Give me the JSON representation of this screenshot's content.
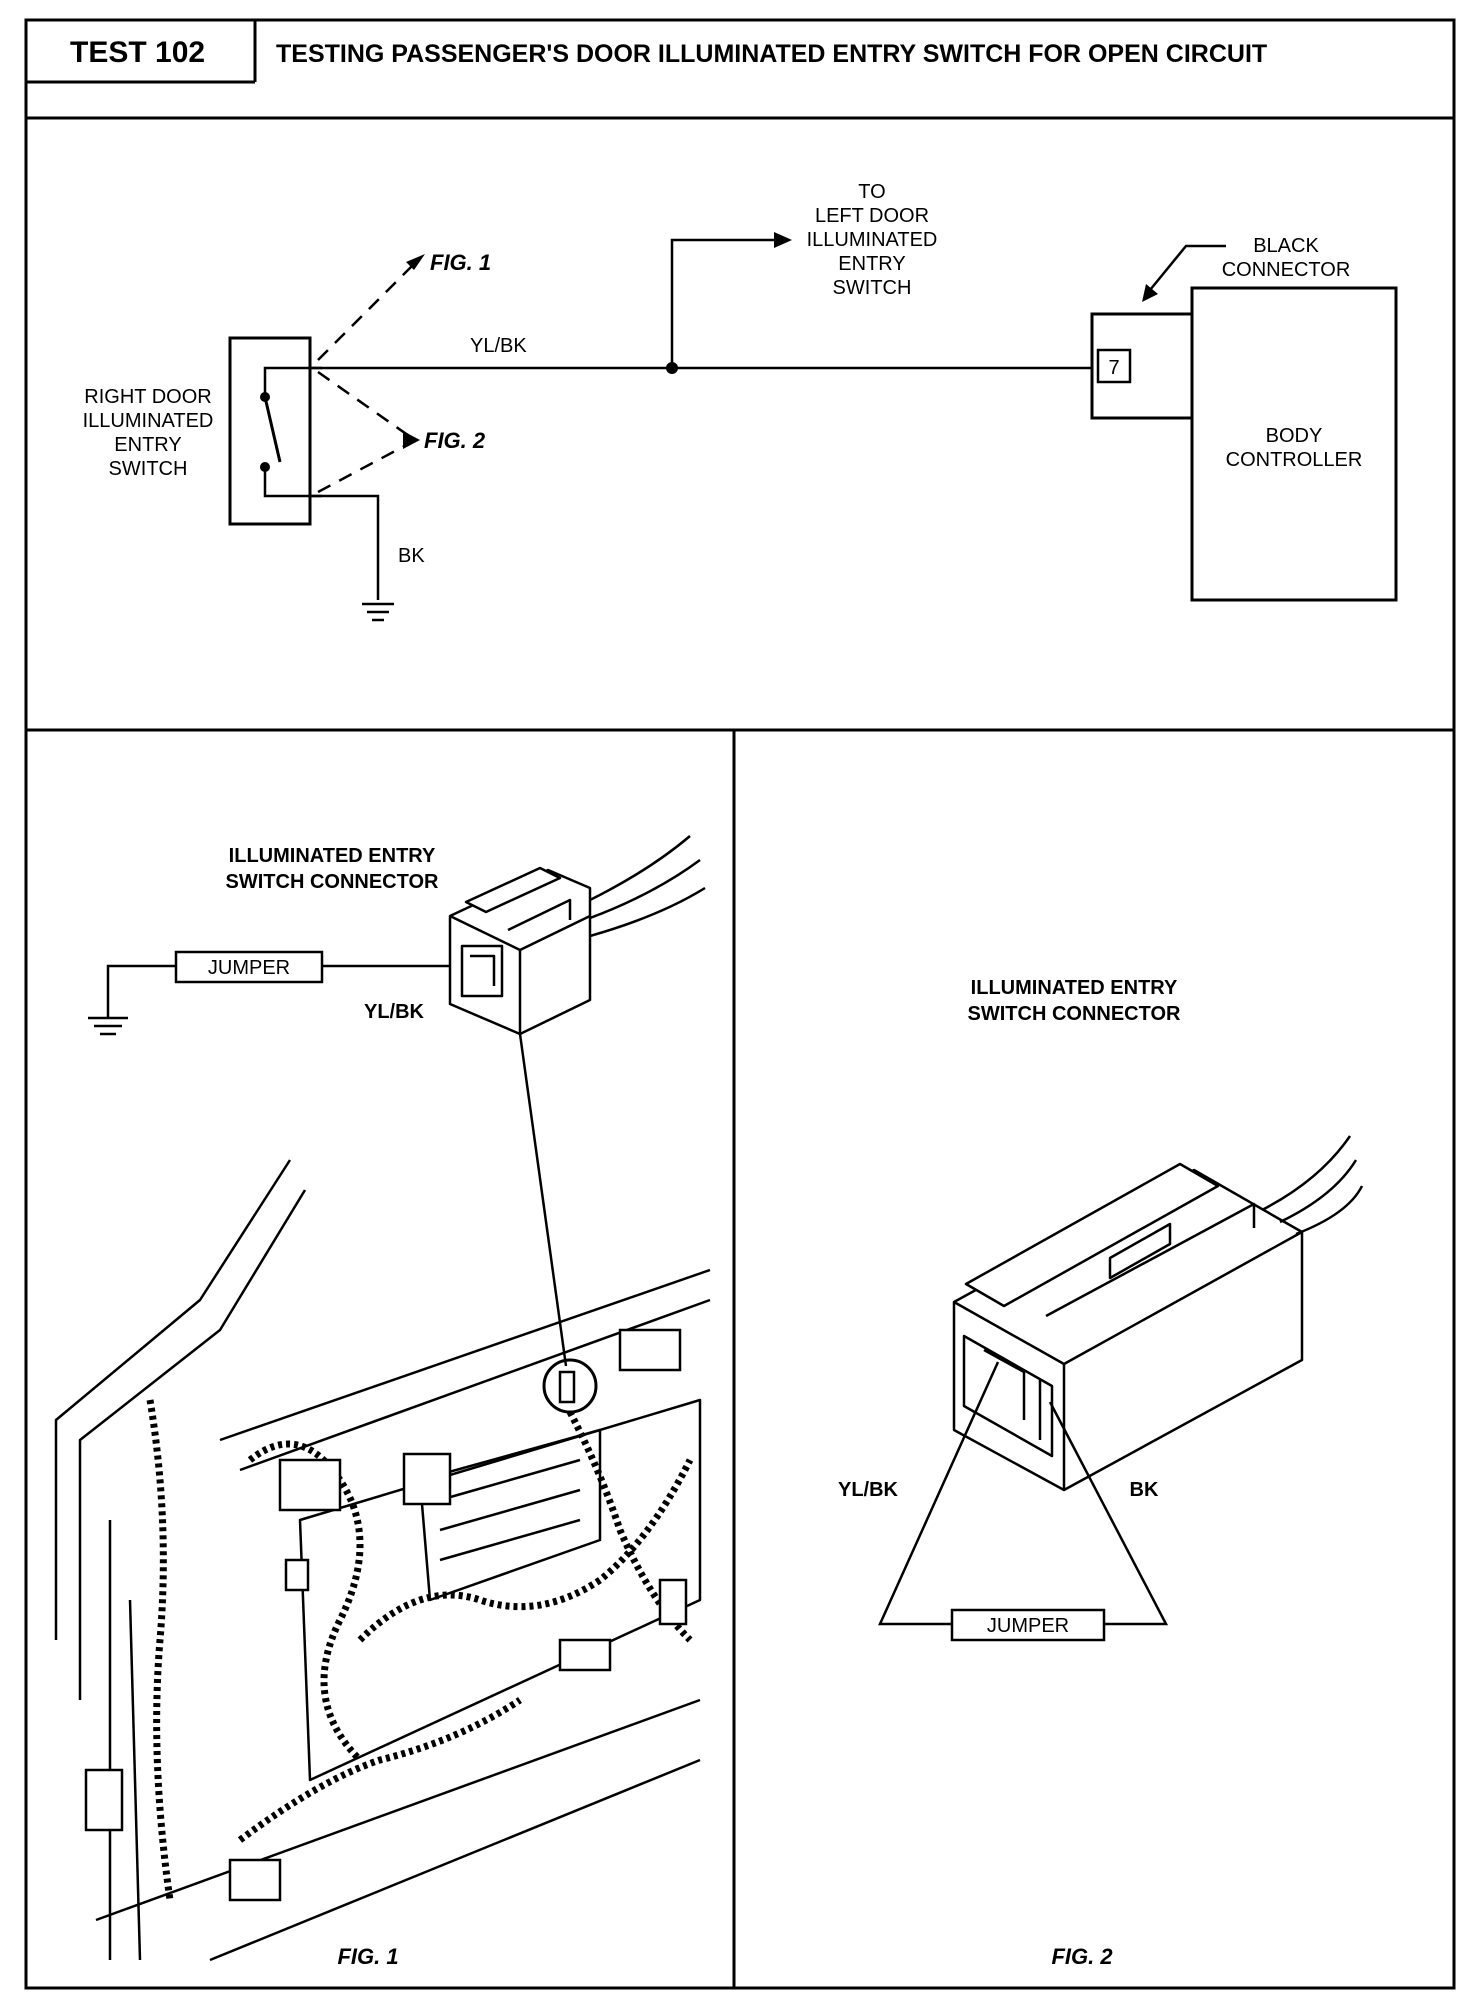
{
  "header": {
    "test_number": "TEST 102",
    "title": "TESTING PASSENGER'S DOOR ILLUMINATED ENTRY SWITCH FOR OPEN CIRCUIT"
  },
  "schematic": {
    "switch_label": [
      "RIGHT DOOR",
      "ILLUMINATED",
      "ENTRY",
      "SWITCH"
    ],
    "wire_signal": "YL/BK",
    "wire_ground": "BK",
    "fig1_callout": "FIG. 1",
    "fig2_callout": "FIG. 2",
    "branch_label": [
      "TO",
      "LEFT DOOR",
      "ILLUMINATED",
      "ENTRY",
      "SWITCH"
    ],
    "connector_label": [
      "BLACK",
      "CONNECTOR"
    ],
    "pin_number": "7",
    "module_label": [
      "BODY",
      "CONTROLLER"
    ]
  },
  "fig1": {
    "connector_label": [
      "ILLUMINATED ENTRY",
      "SWITCH CONNECTOR"
    ],
    "jumper_label": "JUMPER",
    "wire_label": "YL/BK",
    "caption": "FIG. 1"
  },
  "fig2": {
    "connector_label": [
      "ILLUMINATED ENTRY",
      "SWITCH CONNECTOR"
    ],
    "left_wire_label": "YL/BK",
    "right_wire_label": "BK",
    "jumper_label": "JUMPER",
    "caption": "FIG. 2"
  }
}
